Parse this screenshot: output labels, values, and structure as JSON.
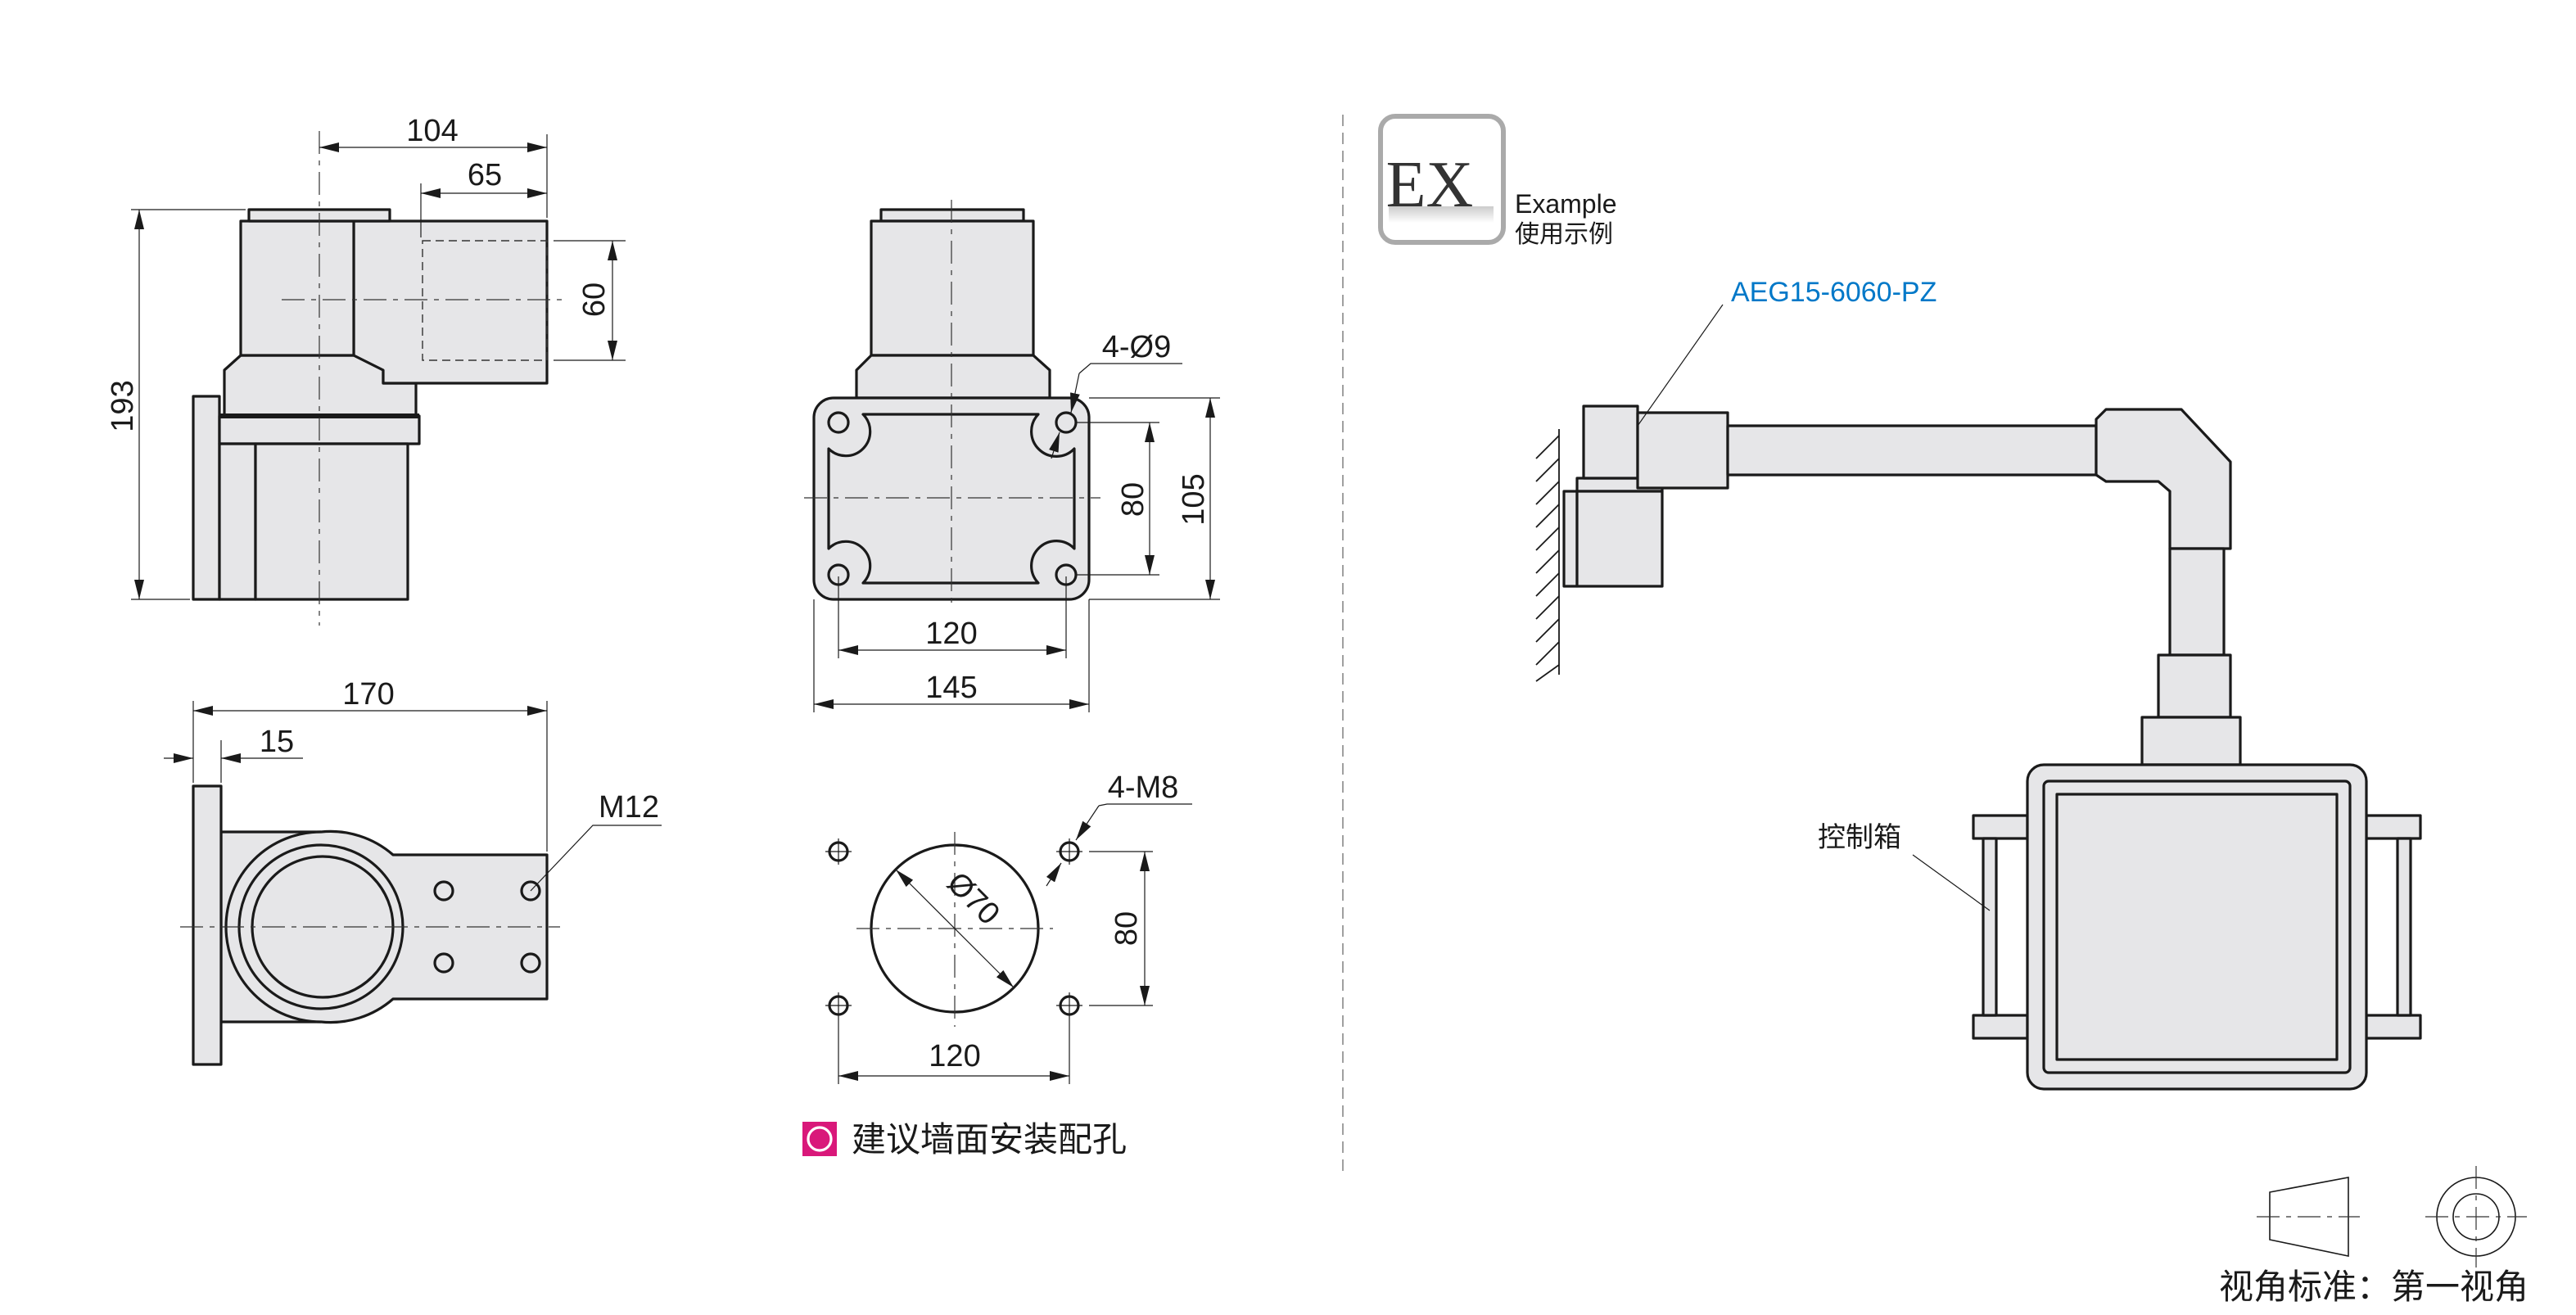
{
  "side_view": {
    "dim_total_width": "104",
    "dim_arm_length": "65",
    "dim_height": "193",
    "dim_arm_height": "60"
  },
  "top_view": {
    "dim_total_length": "170",
    "dim_plate_thickness": "15",
    "thread_label": "M12"
  },
  "front_view": {
    "hole_label": "4-Ø9",
    "dim_hole_spacing_h": "120",
    "dim_width": "145",
    "dim_hole_spacing_v": "80",
    "dim_height": "105"
  },
  "mounting_holes": {
    "thread_label": "4-M8",
    "center_hole_label": "Ø70",
    "dim_v": "80",
    "dim_h": "120",
    "legend_text": "建议墙面安装配孔",
    "legend_color": "#d9187a"
  },
  "example": {
    "badge": "EX",
    "title_en": "Example",
    "title_cn": "使用示例",
    "product_code": "AEG15-6060-PZ",
    "product_color": "#0078c8",
    "box_label": "控制箱"
  },
  "projection": {
    "label": "视角标准：第一视角"
  }
}
